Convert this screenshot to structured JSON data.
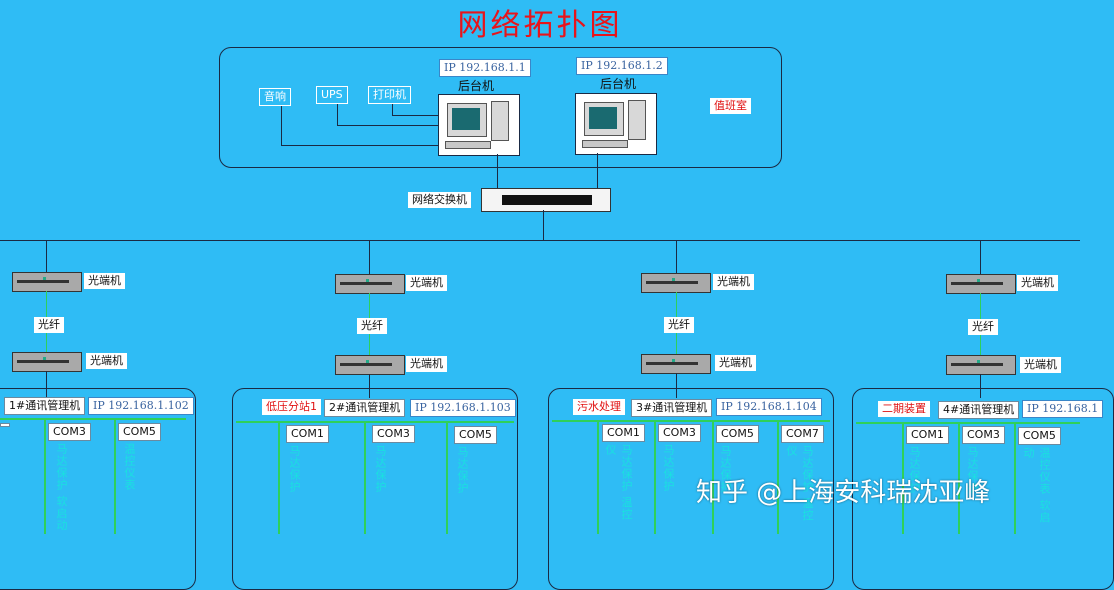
{
  "title": "网络拓扑图",
  "room": {
    "label": "值班室",
    "peripherals": [
      "音响",
      "UPS",
      "打印机"
    ],
    "hosts": [
      {
        "ip": "IP 192.168.1.1",
        "label": "后台机"
      },
      {
        "ip": "IP 192.168.1.2",
        "label": "后台机"
      }
    ]
  },
  "switch_label": "网络交换机",
  "optical": {
    "device_label": "光端机",
    "fiber_label": "光纤"
  },
  "stations": [
    {
      "name": "",
      "manager": "1#通讯管理机",
      "ip": "IP 192.168.1.102",
      "ports": [
        {
          "com": "",
          "desc": ""
        },
        {
          "com": "COM3",
          "desc": "马达保护 软启动"
        },
        {
          "com": "COM5",
          "desc": "温控仪表"
        }
      ]
    },
    {
      "name": "低压分站1",
      "manager": "2#通讯管理机",
      "ip": "IP 192.168.1.103",
      "ports": [
        {
          "com": "COM1",
          "desc": "马达保护"
        },
        {
          "com": "COM3",
          "desc": "马达保护"
        },
        {
          "com": "COM5",
          "desc": "马达保护"
        }
      ]
    },
    {
      "name": "污水处理",
      "manager": "3#通讯管理机",
      "ip": "IP 192.168.1.104",
      "ports": [
        {
          "com": "COM1",
          "desc": "马达保护 温控仪"
        },
        {
          "com": "COM3",
          "desc": "马达保护"
        },
        {
          "com": "COM5",
          "desc": "马达保护"
        },
        {
          "com": "COM7",
          "desc": "马达保护 温控仪"
        }
      ]
    },
    {
      "name": "二期装置",
      "manager": "4#通讯管理机",
      "ip": "IP 192.168.1",
      "ports": [
        {
          "com": "COM1",
          "desc": "马达保护"
        },
        {
          "com": "COM3",
          "desc": "马达保护"
        },
        {
          "com": "COM5",
          "desc": "温控仪表 软启动"
        }
      ]
    }
  ],
  "watermark": "知乎 @上海安科瑞沈亚峰"
}
